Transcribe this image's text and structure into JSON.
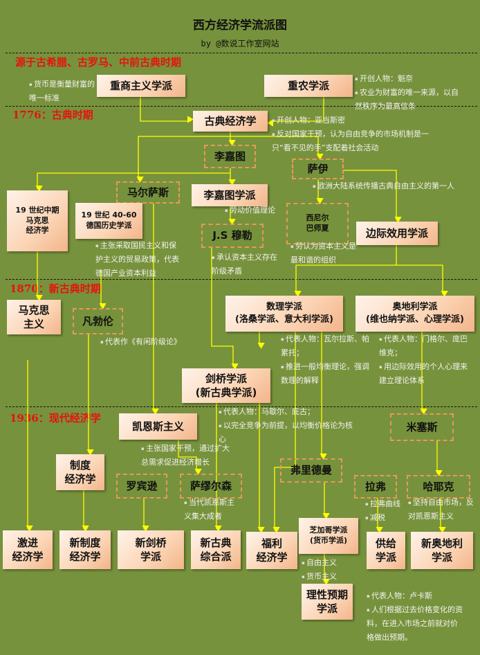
{
  "title": "西方经济学流派图",
  "subtitle": "by @数说工作室网站",
  "eras": [
    "源于古希腊、古罗马、中前古典时期",
    "1776：古典时期",
    "1870：新古典时期",
    "1936：现代经济学"
  ],
  "nodes": {
    "mercantilism": "重商主义学派",
    "physiocrats": "重农学派",
    "classical": "古典经济学",
    "ricardo": "李嘉图",
    "say": "萨伊",
    "malthus": "马尔萨斯",
    "ricardian": "李嘉图学派",
    "marx": "19 世纪中期\n马克思\n经济学",
    "german": "19 世纪 40-60\n德国历史学派",
    "senior": "西尼尔\n巴师夏",
    "marginal": "边际效用学派",
    "mill": "J.S 穆勒",
    "marxism": "马克思\n主义",
    "veblen": "凡勃伦",
    "math": "数理学派\n(洛桑学派、意大利学派)",
    "austrian": "奥地利学派\n(维也纳学派、心理学派)",
    "cambridge": "剑桥学派\n(新古典学派)",
    "keynes": "凯恩斯主义",
    "mises": "米塞斯",
    "institutional": "制度\n经济学",
    "friedman": "弗里德曼",
    "robinson": "罗宾逊",
    "samuelson": "萨缪尔森",
    "laffer": "拉弗",
    "hayek": "哈耶克",
    "radical": "激进\n经济学",
    "newinst": "新制度\n经济学",
    "newcambridge": "新剑桥\n学派",
    "synthesis": "新古典\n综合派",
    "welfare": "福利\n经济学",
    "chicago": "芝加哥学派\n(货币学派)",
    "supply": "供给\n学派",
    "neoaustrian": "新奥地利\n学派",
    "rational": "理性预期\n学派"
  },
  "notes": {
    "mercantilism": [
      "货币是衡量财富的唯一标准"
    ],
    "physiocrats": [
      "开创人物：魁奈",
      "农业为财富的唯一来源，以自然秩序为最高信条"
    ],
    "classical": [
      "开创人物：亚当斯密",
      "反对国家干预，认为自由竞争的市场机制是一只“看不见的手”支配着社会活动"
    ],
    "say": [
      "欧洲大陆系统传播古典自由主义的第一人"
    ],
    "ricardian": [
      "劳动价值理论"
    ],
    "german": [
      "主张采取国民主义和保护主义的贸易政策，代表德国产业资本利益"
    ],
    "mill": [
      "承认资本主义存在阶级矛盾"
    ],
    "senior": [
      "劳认为资本主义是最和谐的组织"
    ],
    "veblen": [
      "代表作《有闲阶级论》"
    ],
    "math": [
      "代表人物：瓦尔拉斯、帕累托；",
      "推进一般均衡理论，强调数理的解释"
    ],
    "austrian": [
      "代表人物：门格尔、庞巴维克；",
      "用边际效用的个人心理来建立理论体系"
    ],
    "cambridge": [
      "代表人物：马歇尔、庇古；",
      "以完全竞争为前提，以均衡价格论为核心"
    ],
    "keynes": [
      "主张国家干预，通过扩大总需求促进经济增长"
    ],
    "samuelson": [
      "当代凯恩斯主义集大成者"
    ],
    "laffer": [
      "拉弗曲线",
      "减税"
    ],
    "hayek": [
      "坚持自由市场，反对凯恩斯主义"
    ],
    "chicago": [
      "自由主义",
      "货币主义"
    ],
    "rational": [
      "代表人物：卢卡斯",
      "人们根据过去价格变化的资料，在进入市场之前就对价格做出预期。"
    ]
  },
  "colors": {
    "background": "#77923c",
    "line": "#ffff00",
    "era": "#e8120c",
    "dashed_border": "#e69a5a"
  }
}
